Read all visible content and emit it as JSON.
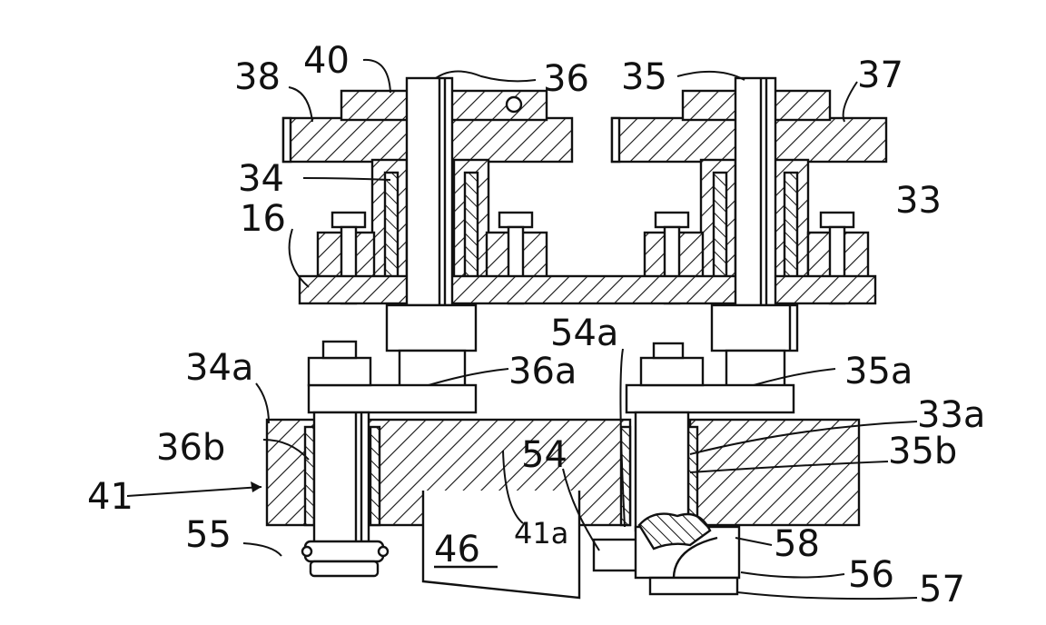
{
  "figure": {
    "labels": {
      "l38": "38",
      "l40": "40",
      "l36": "36",
      "l35": "35",
      "l37": "37",
      "l34": "34",
      "l33": "33",
      "l16": "16",
      "l54a": "54a",
      "l34a": "34a",
      "l36a": "36a",
      "l35a": "35a",
      "l33a": "33a",
      "l36b": "36b",
      "l35b": "35b",
      "l41": "41",
      "l54": "54",
      "l41a": "41a",
      "l55": "55",
      "l46": "46",
      "l58": "58",
      "l56": "56",
      "l57": "57"
    }
  }
}
